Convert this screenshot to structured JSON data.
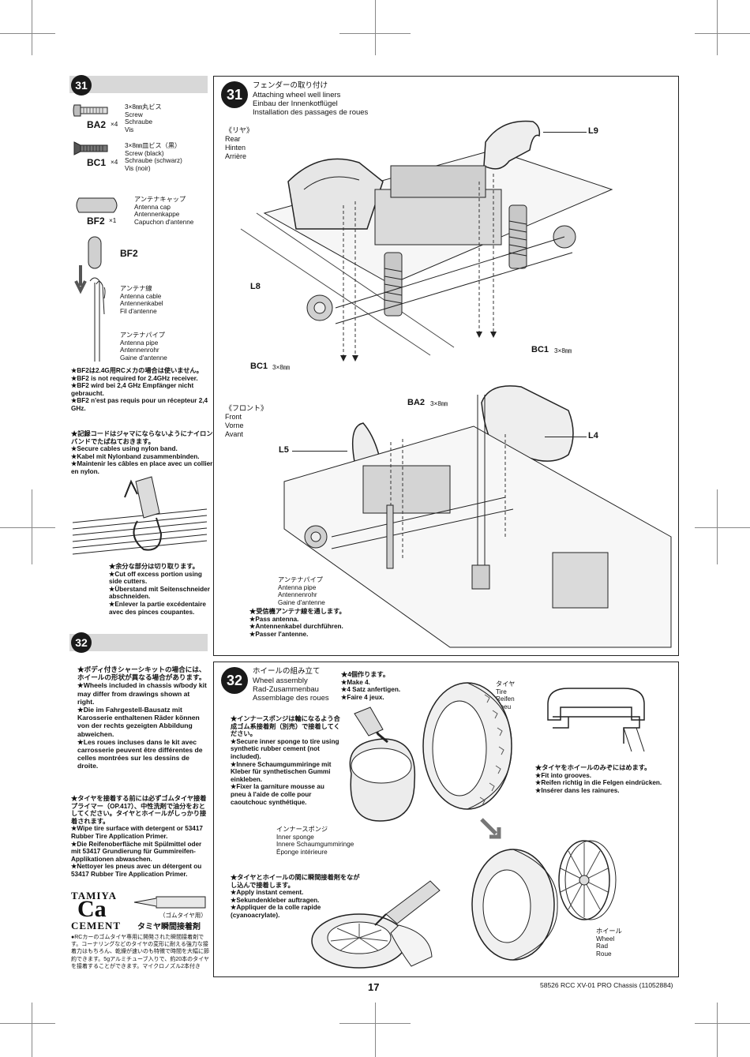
{
  "step31": {
    "number": "31",
    "title_jp": "フェンダーの取り付け",
    "title_en": "Attaching wheel well liners",
    "title_de": "Einbau der Innenkotflügel",
    "title_fr": "Installation des passages de roues",
    "rear_label": "《リヤ》\nRear\nHinten\nArrière",
    "front_label": "《フロント》\nFront\nVorne\nAvant",
    "callouts": {
      "l9": "L9",
      "l8": "L8",
      "l4": "L4",
      "l5": "L5",
      "bc1_a": "BC1",
      "bc1_a_size": "3×8㎜",
      "bc1_b": "BC1",
      "bc1_b_size": "3×8㎜",
      "ba2": "BA2",
      "ba2_size": "3×8㎜"
    },
    "antenna_pipe_note": "アンテナパイプ\nAntenna pipe\nAntennenrohr\nGaine d'antenne",
    "pass_antenna_note": "★受信機アンテナ線を通します。\n★Pass antenna.\n★Antennenkabel durchführen.\n★Passer l'antenne."
  },
  "sidebar31": {
    "number": "31",
    "parts": [
      {
        "code": "BA2",
        "qty": "×4",
        "desc": "3×8㎜丸ビス\nScrew\nSchraube\nVis"
      },
      {
        "code": "BC1",
        "qty": "×4",
        "desc": "3×8㎜皿ビス（黒）\nScrew (black)\nSchraube (schwarz)\nVis (noir)"
      },
      {
        "code": "BF2",
        "qty": "×1",
        "desc": "アンテナキャップ\nAntenna cap\nAntennenkappe\nCapuchon d'antenne"
      }
    ],
    "bf2_label": "BF2",
    "antenna_cable": "アンテナ線\nAntenna cable\nAntennenkabel\nFil d'antenne",
    "antenna_pipe": "アンテナパイプ\nAntenna pipe\nAntennenrohr\nGaine d'antenne",
    "note_bf2": "★BF2は2.4G用RCメカの場合は使いません。\n★BF2 is not required for 2.4GHz receiver.\n★BF2 wird bei 2,4 GHz Empfänger nicht gebraucht.\n★BF2 n'est pas requis pour un récepteur 2,4 GHz.",
    "note_nylon": "★記録コードはジャマにならないようにナイロンバンドでたばねておきます。\n★Secure cables using nylon band.\n★Kabel mit Nylonband zusammenbinden.\n★Maintenir les câbles en place avec un collier en nylon.",
    "note_cut": "★余分な部分は切り取ります。\n★Cut off excess portion using side cutters.\n★Überstand mit Seitenschneider abschneiden.\n★Enlever la partie excédentaire avec des pinces coupantes."
  },
  "sidebar32": {
    "number": "32",
    "note_wheels": "★ボディ付きシャーシキットの場合には、ホイールの形状が異なる場合があります。\n★Wheels included in chassis w/body kit may differ from drawings shown at right.\n★Die im Fahrgestell-Bausatz mit Karosserie enthaltenen Räder können von der rechts gezeigten Abbildung abweichen.\n★Les roues incluses dans le kit avec carrosserie peuvent être différentes de celles montrées sur les dessins de droite.",
    "note_primer": "★タイヤを接着する前には必ずゴムタイヤ接着プライマー（OP.417）、中性洗剤で油分をおとしてください。タイヤとホイールがしっかり接着されます。\n★Wipe tire surface with detergent or 53417 Rubber Tire Application Primer.\n★Die Reifenoberfläche mit Spülmittel oder mit 53417 Grundierung für Gummireifen-Applikationen abwaschen.\n★Nettoyer les pneus avec un détergent ou 53417 Rubber Tire Application Primer.",
    "cement_brand": "TAMIYA",
    "cement_logo": "Ca",
    "cement_word": "CEMENT",
    "cement_product": "タミヤ瞬間接着剤",
    "cement_sub": "（ゴムタイヤ用）",
    "cement_desc": "●RCカーのゴムタイヤ専用に開発された瞬間接着剤です。コーナリングなどのタイヤの変形に耐える強力な接着力はもちろん、乾燥が速いのも特徴で時間を大幅に節約できます。5gアルミチューブ入りで、約20本のタイヤを接着することができます。マイクロノズル2本付き"
  },
  "step32": {
    "number": "32",
    "title_jp": "ホイールの組み立て",
    "title_en": "Wheel assembly",
    "title_de": "Rad-Zusammenbau",
    "title_fr": "Assemblage des roues",
    "make4": "★4個作ります。\n★Make 4.\n★4 Satz anfertigen.\n★Faire 4 jeux.",
    "tire_label": "タイヤ\nTire\nReifen\nPneu",
    "sponge_note": "★インナースポンジは輪になるよう合成ゴム系接着剤（別売）で接着してください。\n★Secure inner sponge to tire using synthetic rubber cement (not included).\n★Innere Schaumgummiringe mit Kleber für synthetischen Gummi einkleben.\n★Fixer la garniture mousse au pneu à l'aide de colle pour caoutchouc synthétique.",
    "inner_sponge": "インナースポンジ\nInner sponge\nInnere Schaumgummiringe\nÉponge intérieure",
    "fit_grooves": "★タイヤをホイールのみぞにはめます。\n★Fit into grooves.\n★Reifen richtig in die Felgen eindrücken.\n★Insérer dans les rainures.",
    "cement_note": "★タイヤとホイールの間に瞬間接着剤をながし込んで接着します。\n★Apply instant cement.\n★Sekundenkleber auftragen.\n★Appliquer de la colle rapide (cyanoacrylate).",
    "wheel_label": "ホイール\nWheel\nRad\nRoue"
  },
  "footer": {
    "page_number": "17",
    "doc_ref": "58526 RCC XV-01 PRO Chassis (11052884)"
  }
}
